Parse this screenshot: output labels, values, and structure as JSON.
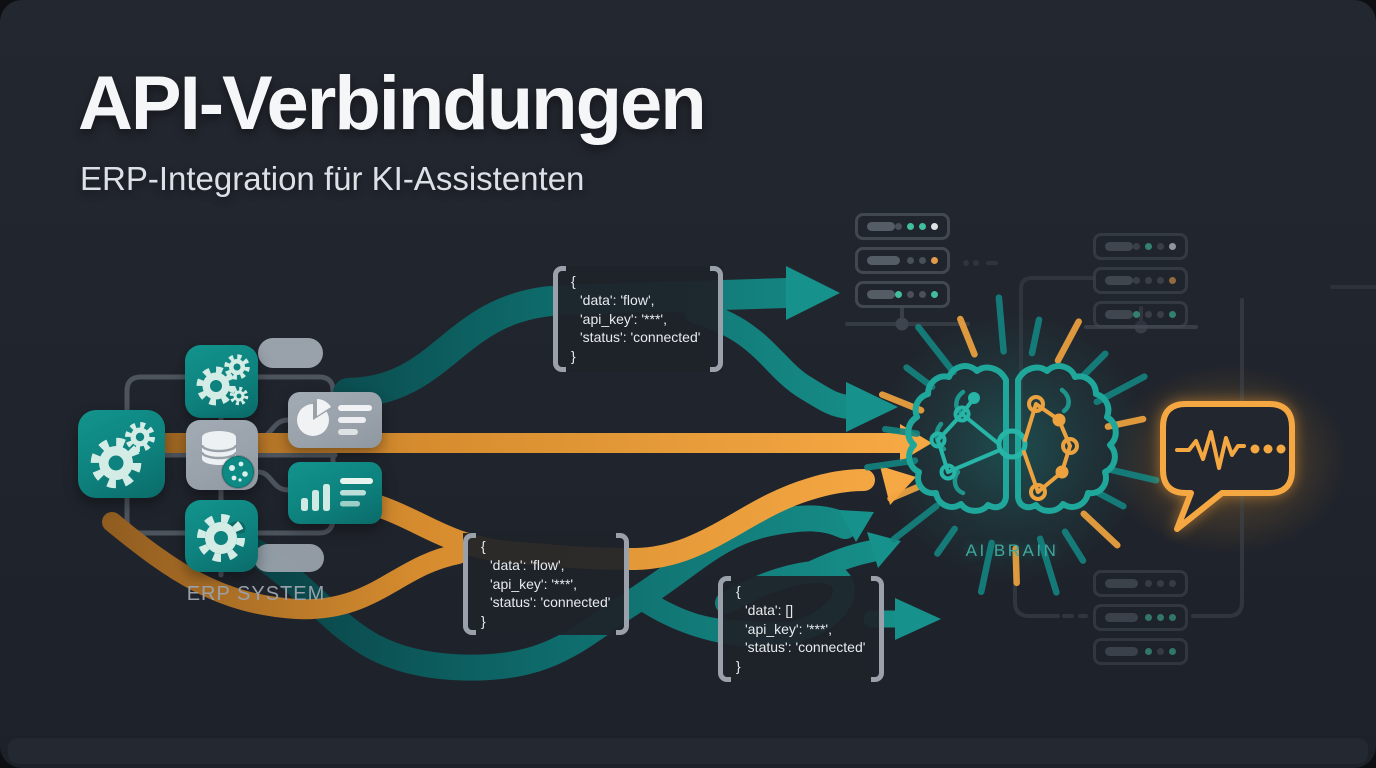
{
  "slide": {
    "title": "API-Verbindungen",
    "subtitle": "ERP-Integration für KI-Assistenten"
  },
  "erp": {
    "label": "ERP SYSTEM"
  },
  "ai_brain": {
    "label": "AI BRAIN"
  },
  "code_blocks": [
    {
      "name": "code-block-top",
      "lines": [
        "{",
        "'data': 'flow',",
        "'api_key': '***',",
        "'status': 'connected'",
        "}"
      ]
    },
    {
      "name": "code-block-middle",
      "lines": [
        "{",
        "'data': 'flow',",
        "'api_key': '***',",
        "'status': 'connected'",
        "}"
      ]
    },
    {
      "name": "code-block-bottom",
      "lines": [
        "{",
        "'data': []",
        "'api_key': '***',",
        "'status': 'connected'",
        "}"
      ]
    }
  ],
  "racks": [
    {
      "name": "rack-top-left",
      "units": [
        [
          "gray",
          "teal",
          "teal",
          "white"
        ],
        [
          "gray",
          "gray",
          "orange"
        ],
        [
          "teal",
          "gray",
          "gray",
          "teal"
        ]
      ]
    },
    {
      "name": "rack-top-right",
      "units": [
        [
          "gray",
          "teal",
          "gray",
          "white"
        ],
        [
          "gray",
          "gray",
          "gray",
          "orange"
        ],
        [
          "teal",
          "gray",
          "gray",
          "teal"
        ]
      ]
    },
    {
      "name": "rack-bottom-right",
      "units": [
        [
          "gray",
          "gray",
          "gray"
        ],
        [
          "teal",
          "teal",
          "teal"
        ],
        [
          "teal",
          "gray",
          "teal"
        ]
      ]
    }
  ],
  "colors": {
    "background": "#20242c",
    "teal": "#148480",
    "teal_bright": "#2cc4b4",
    "teal_dark": "#0b5356",
    "orange": "#f3a53f",
    "orange_dark": "#c07a2a",
    "gray_card": "#9da5af",
    "connector_gray": "#3e444d",
    "code_text": "#e8ebee",
    "bracket": "#9ba1aa",
    "dot_teal": "#45cba6",
    "dot_white": "#eef1f3",
    "dot_orange": "#f2a54d",
    "dot_gray": "#4d545e"
  }
}
